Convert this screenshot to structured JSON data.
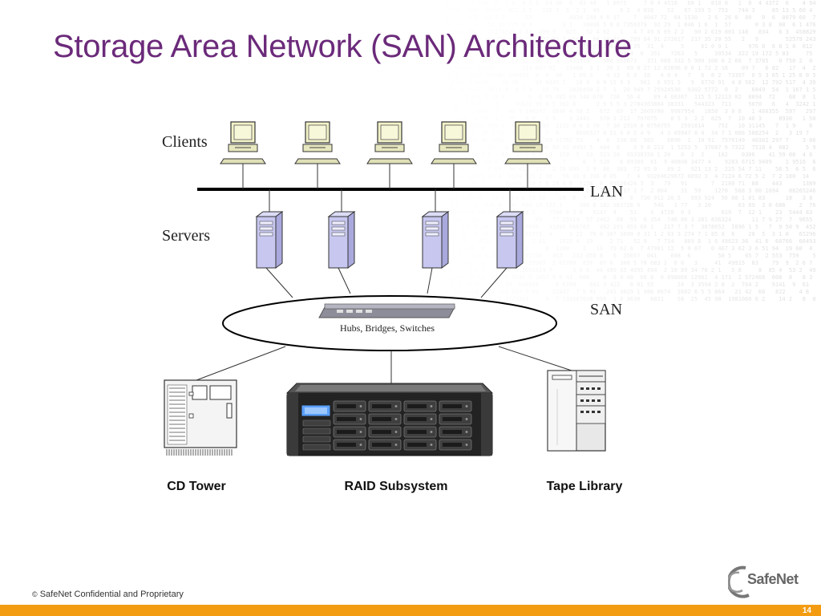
{
  "slide": {
    "title": "Storage Area Network (SAN) Architecture",
    "footer": "SafeNet Confidential and Proprietary",
    "copyright_symbol": "©",
    "page_number": "14",
    "logo_text": "SafeNet",
    "colors": {
      "title": "#6b2a7a",
      "footer_bar": "#f39c12",
      "server": "#c7c7f0"
    }
  },
  "diagram": {
    "tier_labels": {
      "clients": "Clients",
      "lan": "LAN",
      "servers": "Servers",
      "san": "SAN"
    },
    "switch_label": "Hubs, Bridges, Switches",
    "device_labels": {
      "cd_tower": "CD Tower",
      "raid": "RAID Subsystem",
      "tape": "Tape Library"
    },
    "client_count": 5,
    "server_count": 4
  }
}
